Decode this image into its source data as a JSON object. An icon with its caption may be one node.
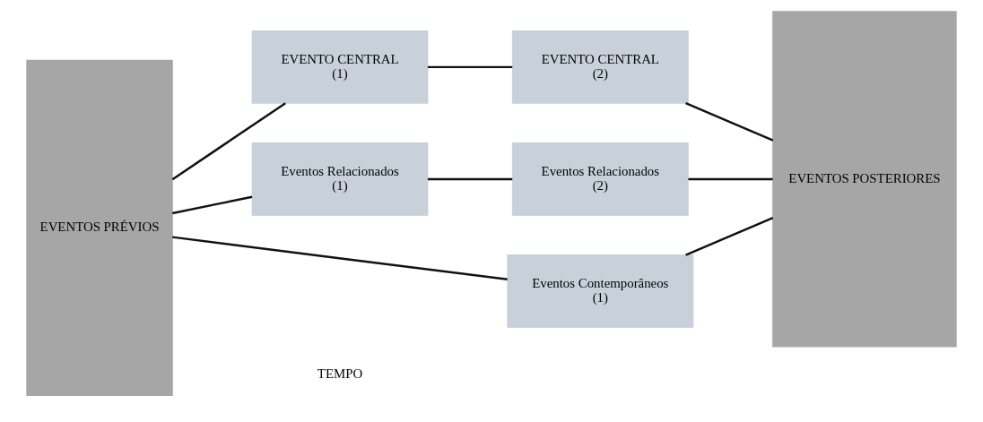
{
  "diagram": {
    "nodes": [
      {
        "text": [
          "EVENTOS PRÉVIOS"
        ]
      },
      {
        "text": [
          "EVENTO CENTRAL",
          "(1)"
        ]
      },
      {
        "text": [
          "EVENTO CENTRAL",
          "(2)"
        ]
      },
      {
        "text": [
          "Eventos Relacionados",
          "(1)"
        ]
      },
      {
        "text": [
          "Eventos Relacionados",
          "(2)"
        ]
      },
      {
        "text": [
          "Eventos Contemporâneos",
          "(1)"
        ]
      },
      {
        "text": [
          "EVENTOS POSTERIORES"
        ]
      }
    ],
    "edges": [
      {
        "from": 0,
        "to": 1,
        "arrow": "none"
      },
      {
        "from": 1,
        "to": 2,
        "arrow": "none"
      },
      {
        "from": 2,
        "to": 6,
        "arrow": "none"
      },
      {
        "from": 0,
        "to": 3,
        "arrow": "none"
      },
      {
        "from": 3,
        "to": 4,
        "arrow": "none"
      },
      {
        "from": 4,
        "to": 6,
        "arrow": "none"
      },
      {
        "from": 0,
        "to": 5,
        "arrow": "none"
      },
      {
        "from": 5,
        "to": 6,
        "arrow": "none"
      }
    ],
    "labels": [
      "TEMPO"
    ]
  }
}
